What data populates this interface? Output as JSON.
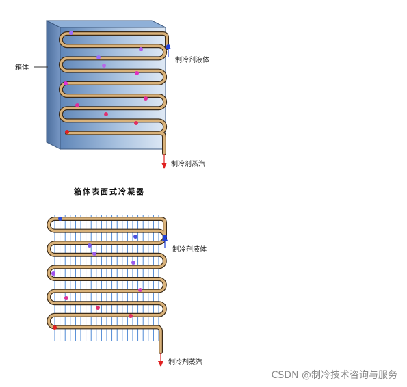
{
  "top_diagram": {
    "box_label": "箱体",
    "liquid_label": "制冷剂液体",
    "vapor_label": "制冷剂蒸汽"
  },
  "caption": "箱体表面式冷凝器",
  "bottom_diagram": {
    "liquid_label": "制冷剂液体",
    "vapor_label": "制冷剂蒸汽"
  },
  "watermark": "CSDN @制冷技术咨询与服务",
  "colors": {
    "panel_dark": "#5f86b8",
    "panel_light": "#dfe9f5",
    "tube": "#d9b27a",
    "tube_outline": "#3a2a18",
    "fin": "#3f7fd1",
    "liquid_arrow": "#1f3fd6",
    "vapor_arrow": "#e02020"
  }
}
